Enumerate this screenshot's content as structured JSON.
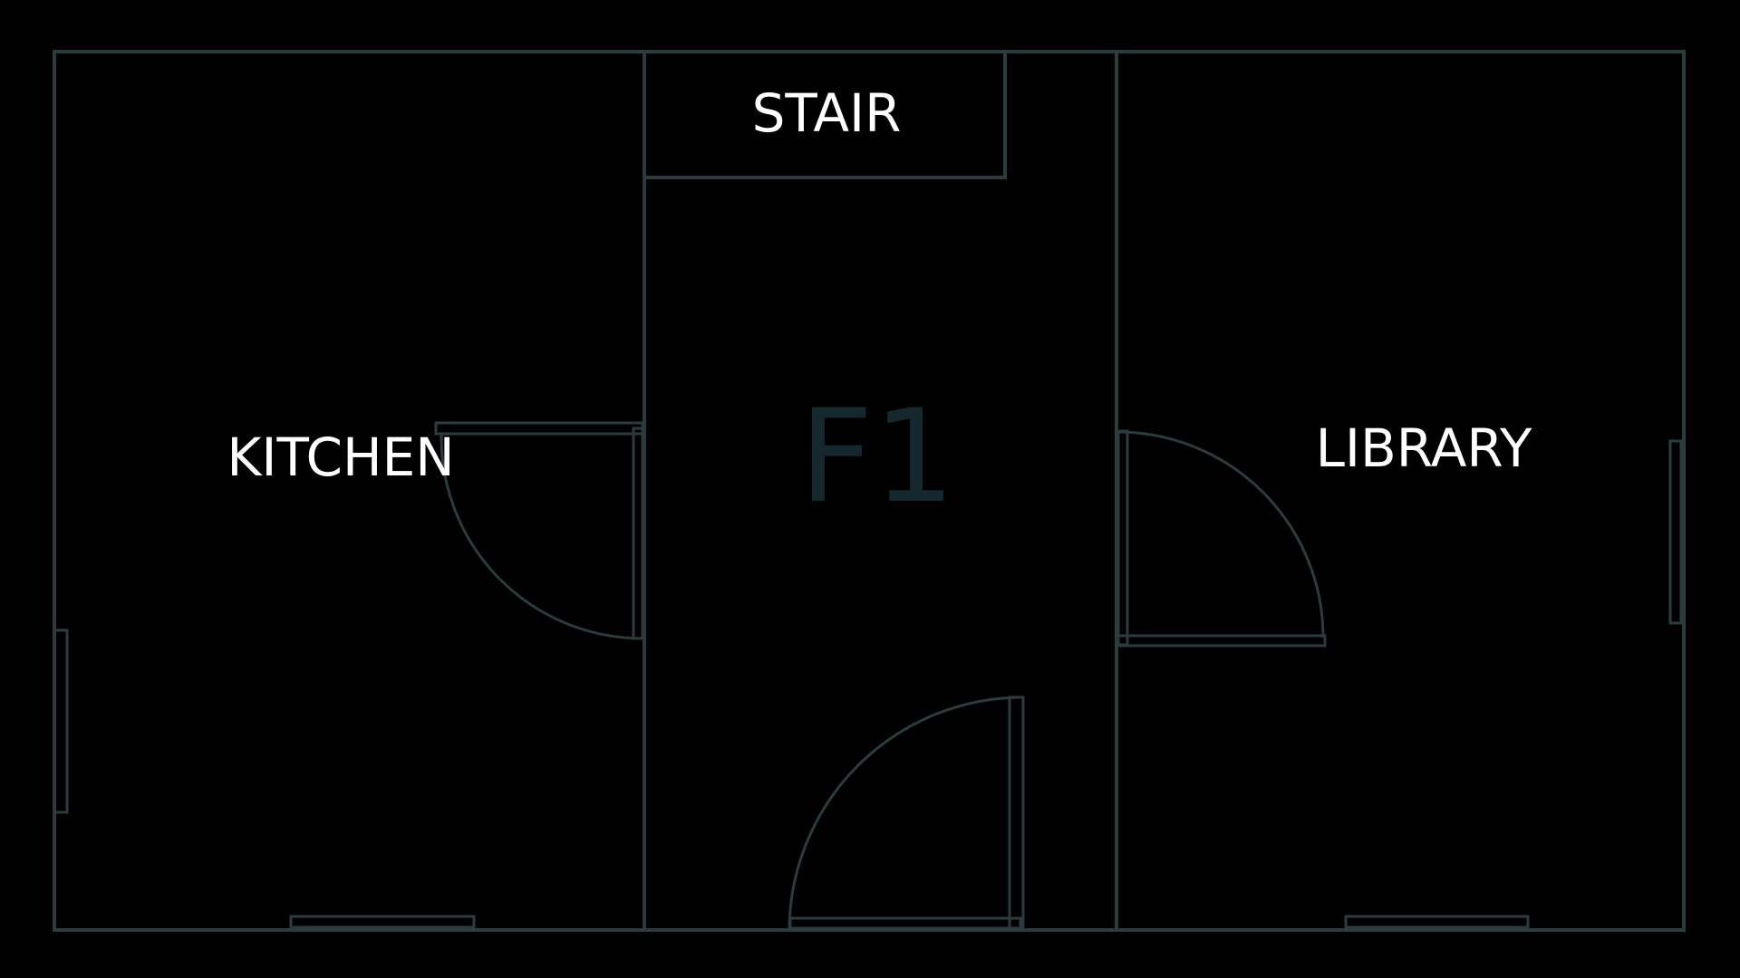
{
  "floor": {
    "label": "F1"
  },
  "rooms": {
    "stair": "STAIR",
    "kitchen": "KITCHEN",
    "library": "LIBRARY"
  },
  "colors": {
    "background": "#000000",
    "wall": "#2b3b3e",
    "label": "#ffffff",
    "floor_label": "#15282d"
  }
}
